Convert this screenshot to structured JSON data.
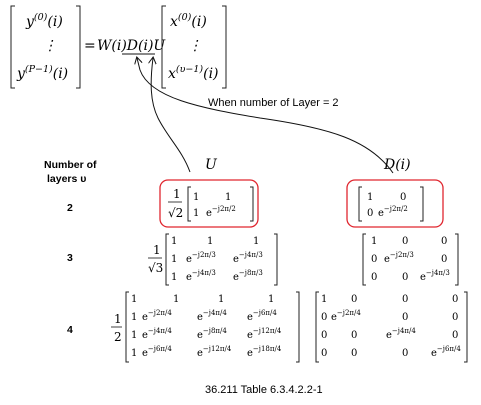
{
  "equation": {
    "lhs": [
      "y(0)(i)",
      "⋮",
      "y(P−1)(i)"
    ],
    "equals": "=",
    "operator": "W(i)D(i)U",
    "rhs": [
      "x(0)(i)",
      "⋮",
      "x(υ−1)(i)"
    ]
  },
  "annotation": {
    "note": "When number of Layer = 2",
    "u_label": "U",
    "d_label": "D(i)"
  },
  "table": {
    "header": [
      "Number of",
      "layers υ"
    ],
    "rows": [
      {
        "layers": "2",
        "u_factor": "1/√2",
        "u_matrix": [
          [
            "1",
            "1"
          ],
          [
            "1",
            "e^(−j2π/2)"
          ]
        ],
        "d_matrix": [
          [
            "1",
            "0"
          ],
          [
            "0",
            "e^(−j2π/2)"
          ]
        ]
      },
      {
        "layers": "3",
        "u_factor": "1/√3",
        "u_matrix": [
          [
            "1",
            "1",
            "1"
          ],
          [
            "1",
            "e^(−j2π/3)",
            "e^(−j4π/3)"
          ],
          [
            "1",
            "e^(−j4π/3)",
            "e^(−j8π/3)"
          ]
        ],
        "d_matrix": [
          [
            "1",
            "0",
            "0"
          ],
          [
            "0",
            "e^(−j2π/3)",
            "0"
          ],
          [
            "0",
            "0",
            "e^(−j4π/3)"
          ]
        ]
      },
      {
        "layers": "4",
        "u_factor": "1/2",
        "u_matrix": [
          [
            "1",
            "1",
            "1",
            "1"
          ],
          [
            "1",
            "e^(−j2π/4)",
            "e^(−j4π/4)",
            "e^(−j6π/4)"
          ],
          [
            "1",
            "e^(−j4π/4)",
            "e^(−j8π/4)",
            "e^(−j12π/4)"
          ],
          [
            "1",
            "e^(−j6π/4)",
            "e^(−j12π/4)",
            "e^(−j18π/4)"
          ]
        ],
        "d_matrix": [
          [
            "1",
            "0",
            "0",
            "0"
          ],
          [
            "0",
            "e^(−j2π/4)",
            "0",
            "0"
          ],
          [
            "0",
            "0",
            "e^(−j4π/4)",
            "0"
          ],
          [
            "0",
            "0",
            "0",
            "e^(−j6π/4)"
          ]
        ]
      }
    ]
  },
  "caption": "36.211 Table 6.3.4.2.2-1",
  "colors": {
    "highlight": "#e0262f",
    "text": "#111111"
  }
}
